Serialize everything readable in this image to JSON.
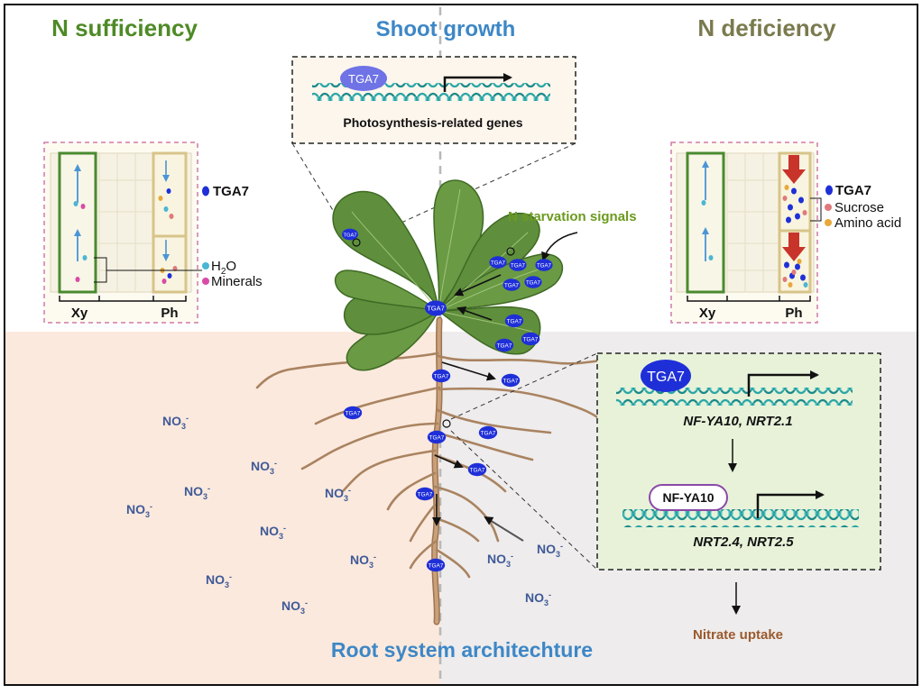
{
  "titles": {
    "left": "N sufficiency",
    "center": "Shoot growth",
    "right": "N deficiency",
    "bottom": "Root system architechture"
  },
  "colors": {
    "sufficiency_green": "#4e8a26",
    "deficiency_olive": "#7a7a4e",
    "title_blue": "#3d87c6",
    "starvation_green": "#6b9a1f",
    "soil_left": "#fbe9dd",
    "soil_right": "#eeecec",
    "panel_green": "#e7f2d9",
    "tga7_blue": "#1f2fd8",
    "nitrate_brown": "#9a5a2e",
    "nitrate_text": "#3f5a98"
  },
  "shoot_box": {
    "protein": "TGA7",
    "genes": "Photosynthesis-related genes"
  },
  "leaf_label": "N starvation signals",
  "tga7_marker": "TGA7",
  "left_inset": {
    "xylem_label": "Xy",
    "phloem_label": "Ph",
    "legend_tga7": "TGA7",
    "legend_h2o_main": "H",
    "legend_h2o_sub": "2",
    "legend_h2o_end": "O",
    "legend_minerals": "Minerals"
  },
  "right_inset": {
    "xylem_label": "Xy",
    "phloem_label": "Ph",
    "legend_tga7": "TGA7",
    "legend_sucrose": "Sucrose",
    "legend_amino": "Amino acid"
  },
  "regulation_box": {
    "protein": "TGA7",
    "target_genes": "NF-YA10, NRT2.1",
    "intermediate": "NF-YA10",
    "downstream_genes": "NRT2.4, NRT2.5"
  },
  "nitrate_uptake": "Nitrate uptake",
  "nitrate": {
    "base": "NO",
    "sub": "3",
    "sup": "-"
  }
}
